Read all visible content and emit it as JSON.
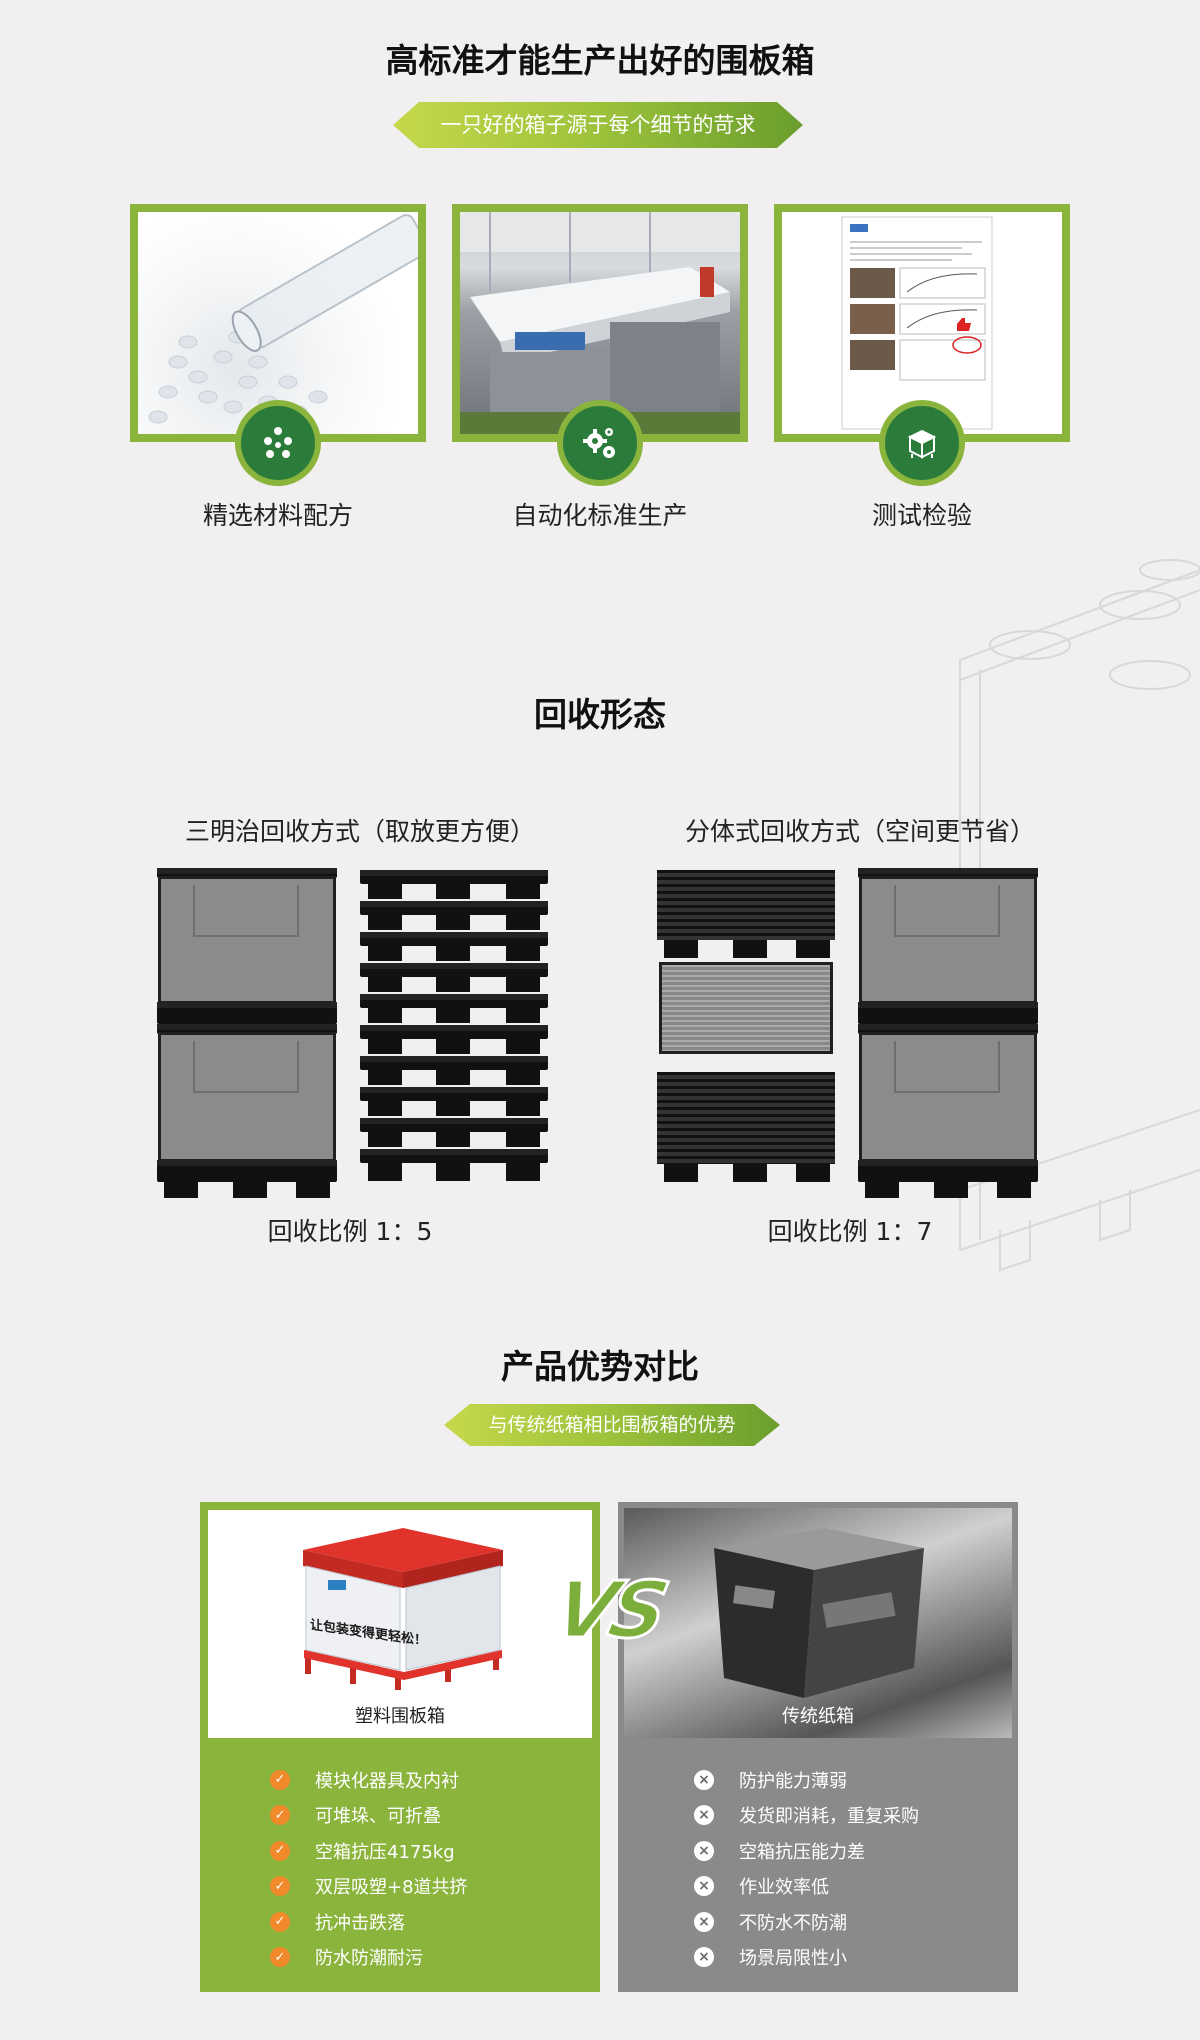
{
  "section1": {
    "title": "高标准才能生产出好的围板箱",
    "subtitle": "一只好的箱子源于每个细节的苛求",
    "cards": [
      {
        "label": "精选材料配方",
        "icon": "granules-icon"
      },
      {
        "label": "自动化标准生产",
        "icon": "gears-icon"
      },
      {
        "label": "测试检验",
        "icon": "box-icon"
      }
    ]
  },
  "section2": {
    "title": "回收形态",
    "modes": [
      {
        "label": "三明治回收方式（取放更方便）",
        "ratio": "回收比例 1：5"
      },
      {
        "label": "分体式回收方式（空间更节省）",
        "ratio": "回收比例 1：7"
      }
    ]
  },
  "section3": {
    "title": "产品优势对比",
    "subtitle": "与传统纸箱相比围板箱的优势",
    "plastic": {
      "caption": "塑料围板箱",
      "box_text": "让包装变得更轻松！",
      "items": [
        "模块化器具及内衬",
        "可堆垛、可折叠",
        "空箱抗压4175kg",
        "双层吸塑+8道共挤",
        "抗冲击跌落",
        "防水防潮耐污"
      ]
    },
    "vs": "VS",
    "carton": {
      "caption": "传统纸箱",
      "items": [
        "防护能力薄弱",
        "发货即消耗，重复采购",
        "空箱抗压能力差",
        "作业效率低",
        "不防水不防潮",
        "场景局限性小"
      ]
    }
  },
  "colors": {
    "green": "#8ab43c",
    "dark_green": "#2b7c3b",
    "grey": "#8a8a8a",
    "orange": "#f08a2a",
    "red_lid": "#e0332b"
  }
}
